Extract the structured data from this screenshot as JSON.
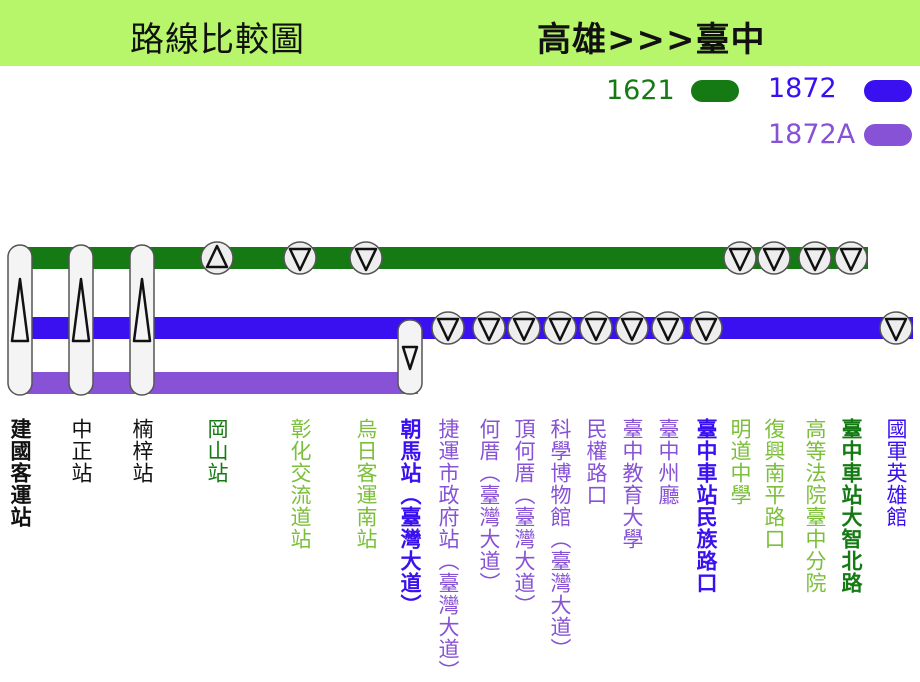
{
  "header": {
    "title_left": "路線比較圖",
    "title_right": "高雄>>>臺中"
  },
  "legend": [
    {
      "route": "1621",
      "color": "#157a13"
    },
    {
      "route": "1872",
      "color": "#3a10f0"
    },
    {
      "route": "1872A",
      "color": "#8752d6"
    }
  ],
  "stations": [
    {
      "name": "建國客運站",
      "color": "#111111",
      "bold": true
    },
    {
      "name": "中正站",
      "color": "#111111",
      "bold": false
    },
    {
      "name": "楠梓站",
      "color": "#111111",
      "bold": false
    },
    {
      "name": "岡山站",
      "color": "#157a13",
      "bold": false
    },
    {
      "name": "彰化交流道站",
      "color": "#7bbf3a",
      "bold": false
    },
    {
      "name": "烏日客運南站",
      "color": "#7bbf3a",
      "bold": false
    },
    {
      "name": "朝馬站（臺灣大道）",
      "color": "#3a10f0",
      "bold": true
    },
    {
      "name": "捷運市政府站（臺灣大道）",
      "color": "#8752d6",
      "bold": false
    },
    {
      "name": "何厝（臺灣大道）",
      "color": "#8752d6",
      "bold": false
    },
    {
      "name": "頂何厝（臺灣大道）",
      "color": "#8752d6",
      "bold": false
    },
    {
      "name": "科學博物館（臺灣大道）",
      "color": "#8752d6",
      "bold": false
    },
    {
      "name": "民權路口",
      "color": "#8752d6",
      "bold": false
    },
    {
      "name": "臺中教育大學",
      "color": "#8752d6",
      "bold": false
    },
    {
      "name": "臺中州廳",
      "color": "#8752d6",
      "bold": false
    },
    {
      "name": "臺中車站民族路口",
      "color": "#3a10f0",
      "bold": true
    },
    {
      "name": "明道中學",
      "color": "#7bbf3a",
      "bold": false
    },
    {
      "name": "復興南平路口",
      "color": "#7bbf3a",
      "bold": false
    },
    {
      "name": "高等法院臺中分院",
      "color": "#7bbf3a",
      "bold": false
    },
    {
      "name": "臺中車站大智北路",
      "color": "#157a13",
      "bold": true
    },
    {
      "name": "國軍英雄館",
      "color": "#3a10f0",
      "bold": false
    }
  ],
  "markers": {
    "terminal_up": [
      "建國客運站",
      "中正站",
      "楠梓站"
    ],
    "route_1621_up": [
      "岡山站"
    ],
    "route_1621_down": [
      "彰化交流道站",
      "烏日客運南站",
      "明道中學",
      "復興南平路口",
      "高等法院臺中分院",
      "臺中車站大智北路"
    ],
    "route_1872_down": [
      "朝馬站（臺灣大道）",
      "捷運市政府站（臺灣大道）",
      "何厝（臺灣大道）",
      "頂何厝（臺灣大道）",
      "科學博物館（臺灣大道）",
      "民權路口",
      "臺中教育大學",
      "臺中州廳",
      "臺中車站民族路口",
      "國軍英雄館"
    ]
  }
}
